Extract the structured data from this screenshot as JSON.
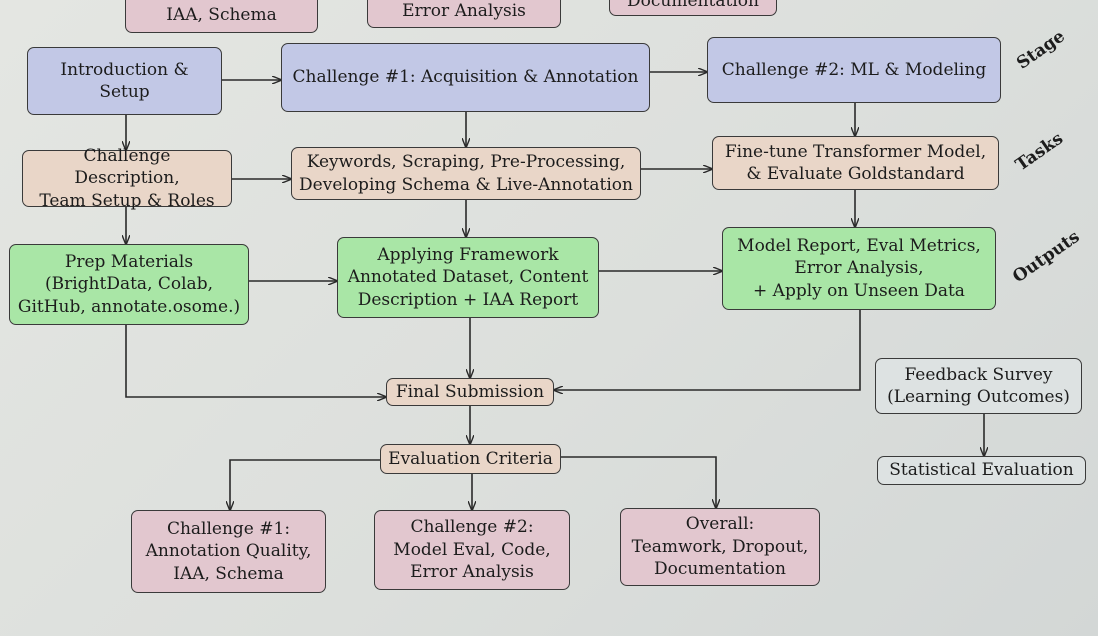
{
  "top_partial": {
    "left": "IAA, Schema",
    "middle": "Error Analysis",
    "right": "Documentation"
  },
  "stages": {
    "intro": "Introduction & Setup",
    "challenge1": "Challenge #1: Acquisition & Annotation",
    "challenge2": "Challenge #2: ML & Modeling"
  },
  "tasks": {
    "description": "Challenge Description,\nTeam Setup & Roles",
    "keywords": "Keywords, Scraping, Pre-Processing,\nDeveloping Schema & Live-Annotation",
    "finetune": "Fine-tune Transformer Model,\n& Evaluate Goldstandard"
  },
  "outputs": {
    "prep": "Prep Materials\n(BrightData, Colab,\nGitHub, annotate.osome.)",
    "framework": "Applying Framework\nAnnotated Dataset, Content\nDescription + IAA Report",
    "model": "Model Report, Eval Metrics,\nError Analysis,\n+ Apply on Unseen Data"
  },
  "final_submission": "Final Submission",
  "evaluation_criteria": "Evaluation Criteria",
  "criteria": {
    "c1": "Challenge #1:\nAnnotation Quality,\nIAA, Schema",
    "c2": "Challenge #2:\nModel Eval, Code,\nError Analysis",
    "overall": "Overall:\nTeamwork, Dropout,\nDocumentation"
  },
  "feedback": {
    "survey": "Feedback Survey\n(Learning Outcomes)",
    "statistical": "Statistical Evaluation"
  },
  "row_labels": {
    "stage": "Stage",
    "tasks": "Tasks",
    "outputs": "Outputs"
  }
}
